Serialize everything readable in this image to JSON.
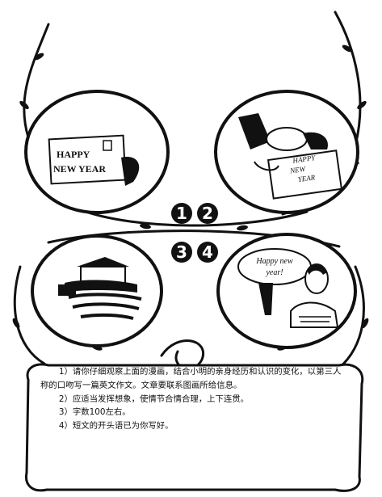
{
  "panels": [
    {
      "id": 1,
      "number_label": "1",
      "card_text": [
        "HAPPY",
        "NEW YEAR"
      ]
    },
    {
      "id": 2,
      "number_label": "2",
      "card_text": [
        "HAPPY",
        "NEW",
        "YEAR"
      ]
    },
    {
      "id": 3,
      "number_label": "3"
    },
    {
      "id": 4,
      "number_label": "4",
      "speech": [
        "Happy new",
        "year!"
      ]
    }
  ],
  "instructions": [
    "1）请你仔细观察上面的漫画，结合小明的亲身经历和认识的变化，以第三人称的口吻写一篇英文作文。文章要联系图画所给信息。",
    "2）应适当发挥想象，使情节合情合理，上下连贯。",
    "3）字数100左右。",
    "4）短文的开头语已为你写好。"
  ],
  "colors": {
    "ink": "#111111",
    "paper": "#ffffff"
  }
}
